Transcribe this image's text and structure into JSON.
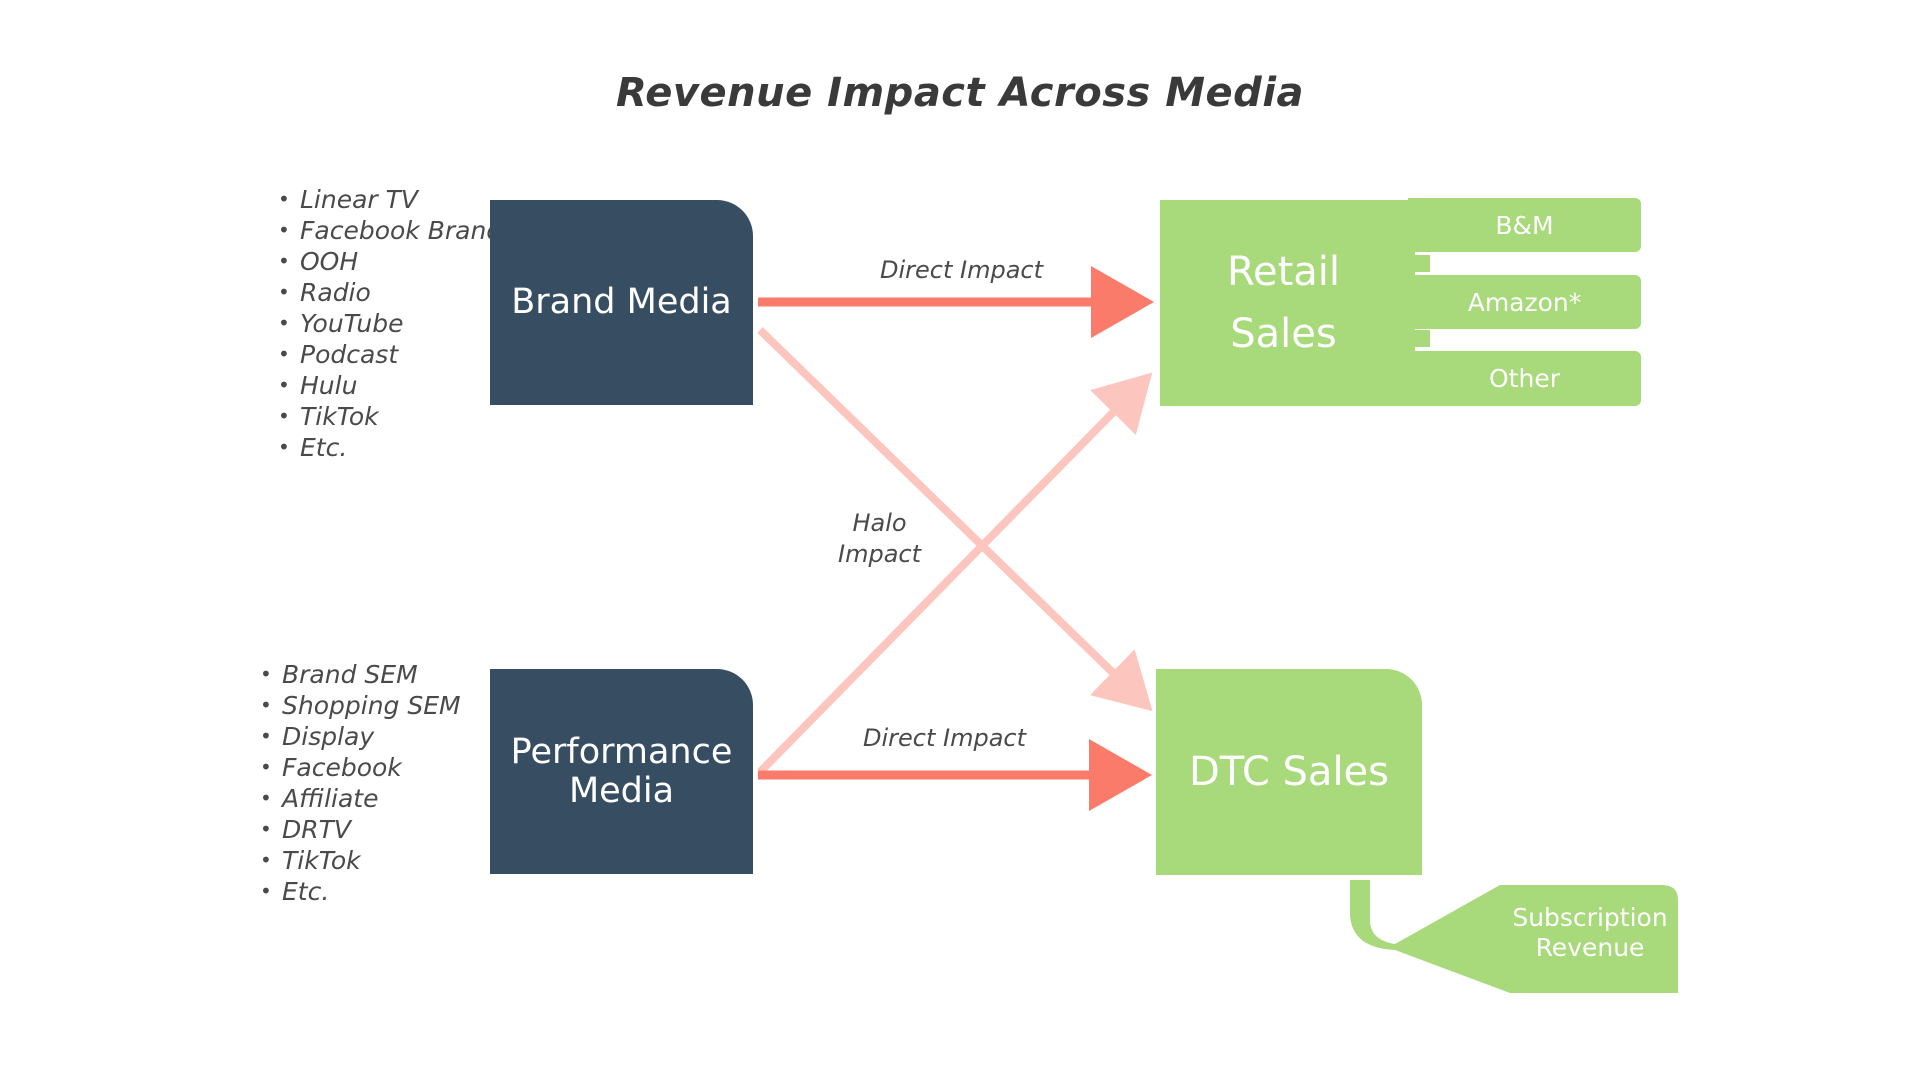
{
  "title": "Revenue Impact Across Media",
  "brand_media": {
    "label": "Brand Media",
    "channels": [
      "Linear TV",
      "Facebook Brand",
      "OOH",
      "Radio",
      "YouTube",
      "Podcast",
      "Hulu",
      "TikTok",
      "Etc."
    ]
  },
  "performance_media": {
    "label_line1": "Performance",
    "label_line2": "Media",
    "channels": [
      "Brand SEM",
      "Shopping SEM",
      "Display",
      "Facebook",
      "Affiliate",
      "DRTV",
      "TikTok",
      "Etc."
    ]
  },
  "retail_sales": {
    "label_line1": "Retail",
    "label_line2": "Sales",
    "subcategories": [
      "B&M",
      "Amazon*",
      "Other"
    ]
  },
  "dtc_sales": {
    "label": "DTC Sales",
    "subscription_line1": "Subscription",
    "subscription_line2": "Revenue"
  },
  "edges": {
    "direct_impact_top": "Direct Impact",
    "direct_impact_bottom": "Direct Impact",
    "halo_line1": "Halo",
    "halo_line2": "Impact"
  },
  "colors": {
    "media_box": "#374e62",
    "sales_box": "#a8d97a",
    "direct_arrow": "#fa7b6a",
    "halo_arrow": "#fcc5bd",
    "text": "#4a4a4a"
  }
}
